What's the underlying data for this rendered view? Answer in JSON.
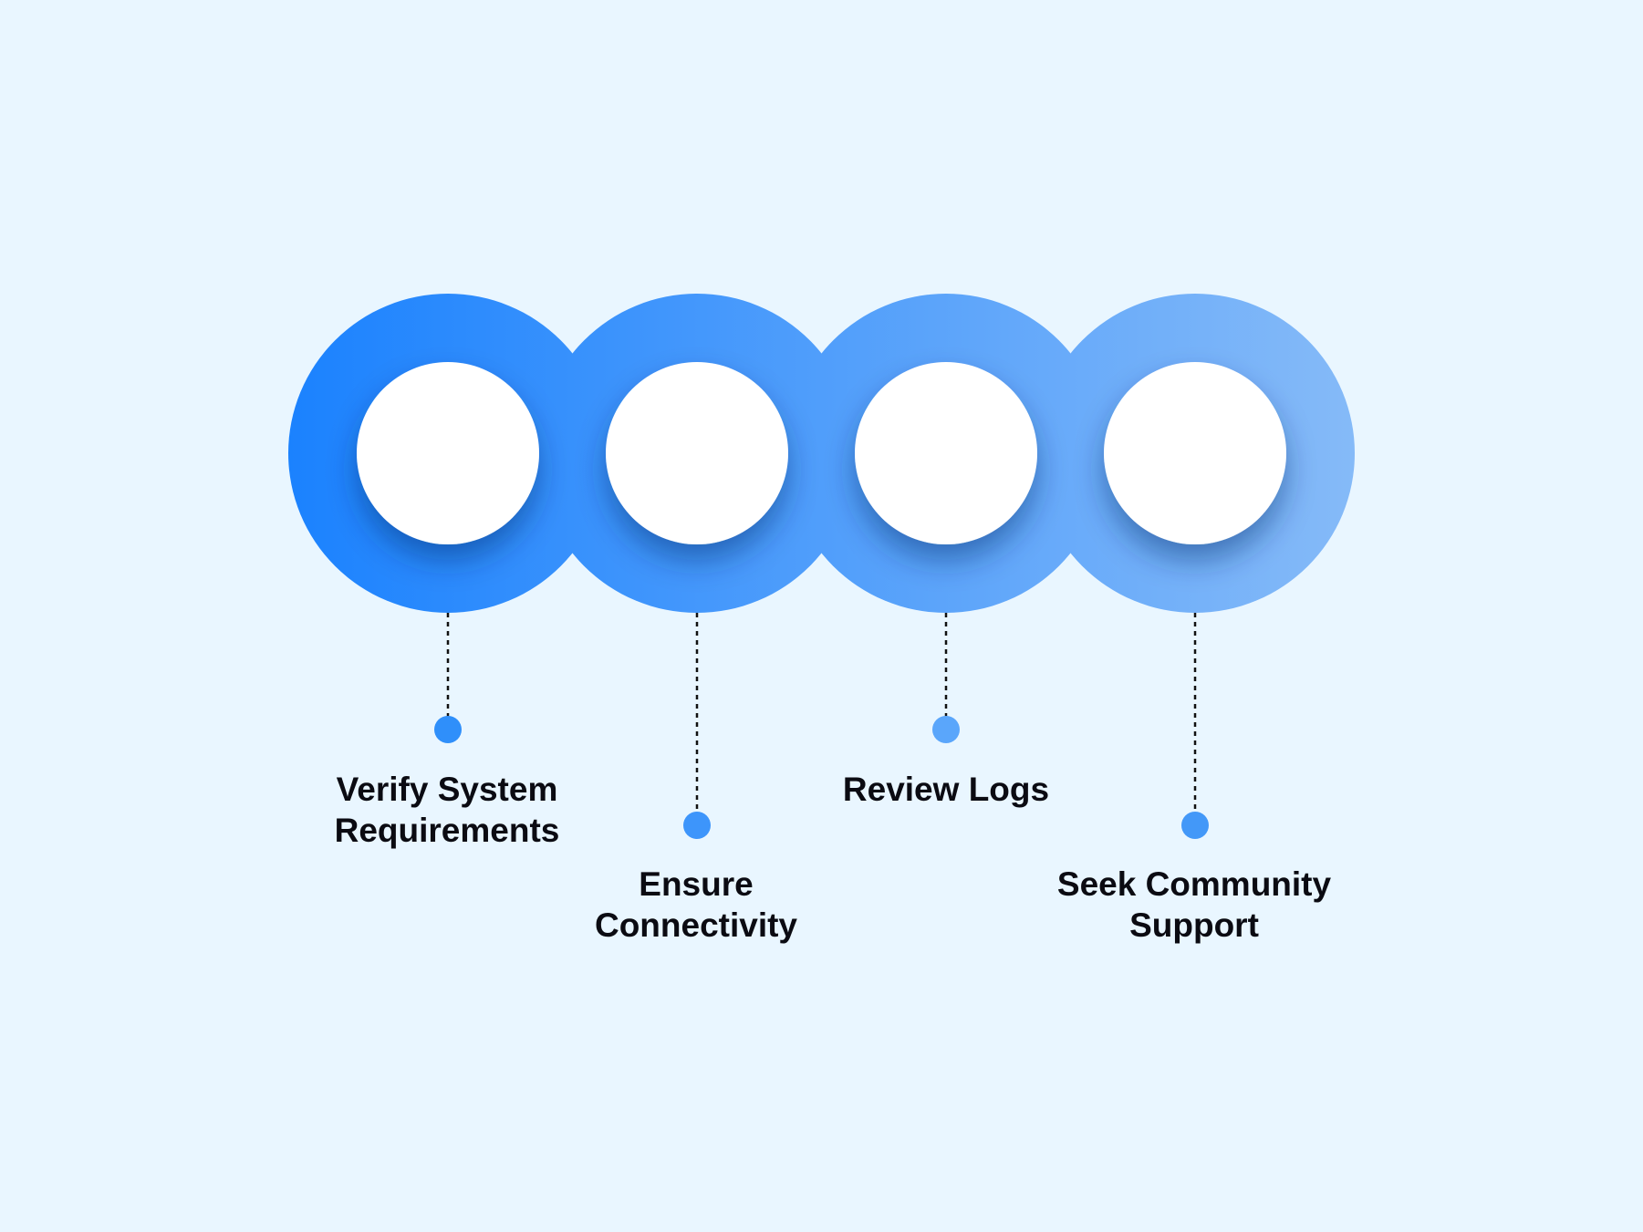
{
  "diagram": {
    "background": "#e9f6ff",
    "text_color": "#0b0b12",
    "ring_gradient": [
      "#1b82fe",
      "#85baf8"
    ],
    "steps": [
      {
        "label": "Verify System\nRequirements",
        "dot_color": "#2f8ffa"
      },
      {
        "label": "Ensure\nConnectivity",
        "dot_color": "#3d95fb"
      },
      {
        "label": "Review Logs",
        "dot_color": "#5aa6fb"
      },
      {
        "label": "Seek Community\nSupport",
        "dot_color": "#4398f8"
      }
    ]
  }
}
